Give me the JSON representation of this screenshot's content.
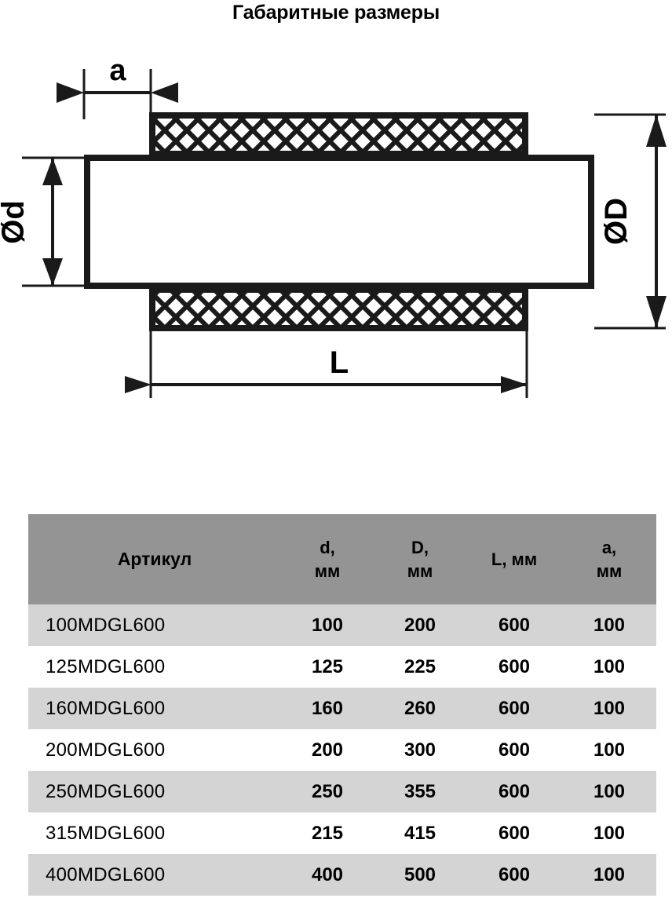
{
  "title": "Габаритные размеры",
  "drawing": {
    "labels": {
      "a": "a",
      "d": "Ød",
      "D": "ØD",
      "L": "L"
    }
  },
  "table": {
    "headers": {
      "article": "Артикул",
      "d_line1": "d,",
      "d_line2": "мм",
      "D_line1": "D,",
      "D_line2": "мм",
      "L": "L, мм",
      "a_line1": "a,",
      "a_line2": "мм"
    },
    "rows": [
      {
        "article": "100MDGL600",
        "d": "100",
        "D": "200",
        "L": "600",
        "a": "100"
      },
      {
        "article": "125MDGL600",
        "d": "125",
        "D": "225",
        "L": "600",
        "a": "100"
      },
      {
        "article": "160MDGL600",
        "d": "160",
        "D": "260",
        "L": "600",
        "a": "100"
      },
      {
        "article": "200MDGL600",
        "d": "200",
        "D": "300",
        "L": "600",
        "a": "100"
      },
      {
        "article": "250MDGL600",
        "d": "250",
        "D": "355",
        "L": "600",
        "a": "100"
      },
      {
        "article": "315MDGL600",
        "d": "215",
        "D": "415",
        "L": "600",
        "a": "100"
      },
      {
        "article": "400MDGL600",
        "d": "400",
        "D": "500",
        "L": "600",
        "a": "100"
      }
    ]
  },
  "colors": {
    "header_bg": "#949494",
    "row_odd_bg": "#d4d4d4",
    "row_even_bg": "#ffffff",
    "ink": "#1a1a1a"
  }
}
